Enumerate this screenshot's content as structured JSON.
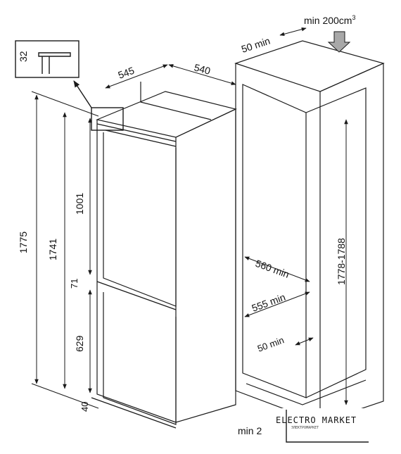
{
  "dimensions": {
    "inset_height": "32",
    "depth": "545",
    "width": "540",
    "total_height": "1775",
    "body_height": "1741",
    "upper_door": "1001",
    "gap": "71",
    "lower_door": "629",
    "base": "40",
    "top_clearance": "50 min",
    "top_vent": "min 200cm",
    "top_vent_sup": "3",
    "niche_height": "1778-1788",
    "niche_width": "560 min",
    "niche_depth": "555 min",
    "back_clearance": "50 min",
    "bottom_vent": "min 2"
  },
  "watermark": {
    "title": "ELECTRO MARKET",
    "subtitle": "ЭЛЕКТРОМАРКЕТ"
  },
  "colors": {
    "line": "#1a1a1a",
    "arrow_fill": "#a8a8a8"
  }
}
